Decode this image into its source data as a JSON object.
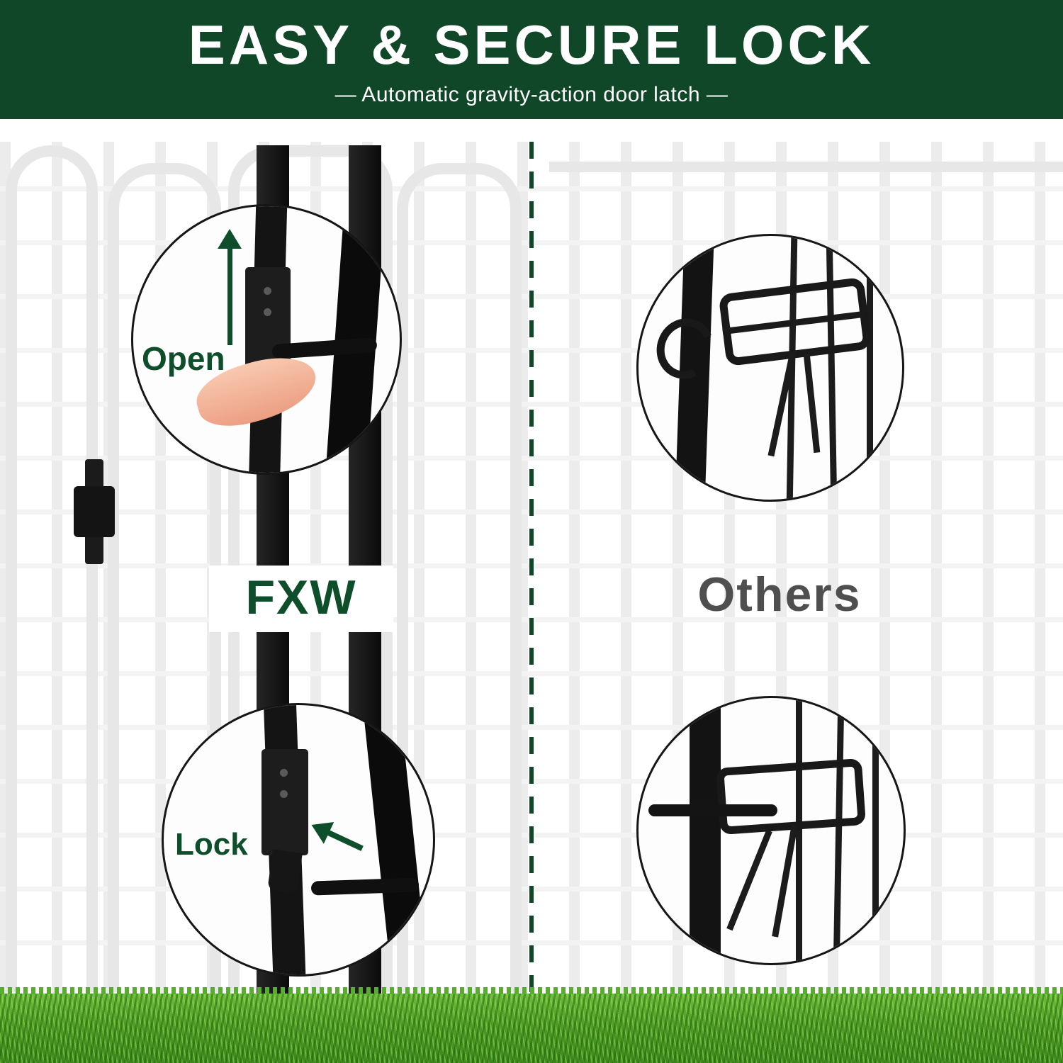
{
  "header": {
    "title": "EASY & SECURE LOCK",
    "subtitle": "—  Automatic gravity-action door latch  —"
  },
  "left": {
    "brand": "FXW",
    "open_label": "Open",
    "lock_label": "Lock"
  },
  "right": {
    "brand": "Others"
  },
  "icons": {
    "arrow_up": "arrow-up-icon",
    "arrow_to_latch": "arrow-to-latch-icon"
  },
  "colors": {
    "header_bg": "#114729",
    "accent_green": "#0e4e2b",
    "others_gray": "#4f4f4f",
    "latch_black": "#161616",
    "fence_gray": "#e7e7e7",
    "grass_green": "#4d9e26",
    "finger_skin": "#f3b89e"
  }
}
